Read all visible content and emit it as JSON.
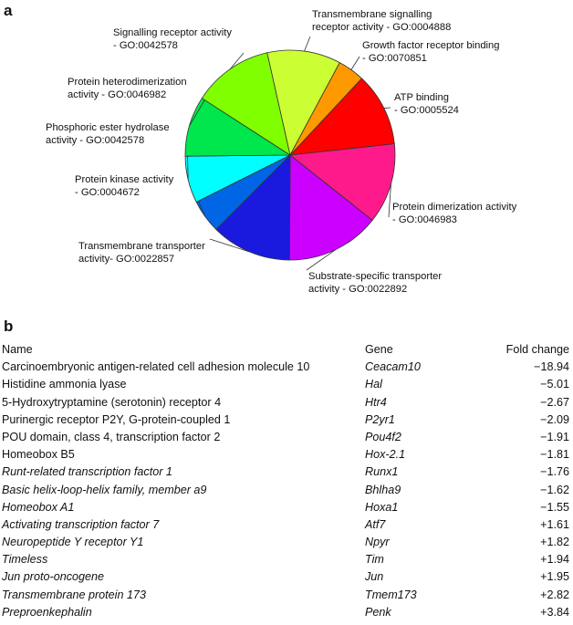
{
  "panel_a_label": "a",
  "panel_b_label": "b",
  "chart_data": {
    "type": "pie",
    "slices": [
      {
        "name": "ATP binding",
        "id": "- GO:0005524",
        "value": 11,
        "color": "#ff0000"
      },
      {
        "name": "Protein dimerization activity",
        "id": "- GO:0046983",
        "value": 12,
        "color": "#ff1a8c"
      },
      {
        "name": "Substrate-specific transporter",
        "id": "activity - GO:0022892",
        "value": 14,
        "color": "#cc00ff"
      },
      {
        "name": "Transmembrane transporter",
        "id": "activity- GO:0022857",
        "value": 12,
        "color": "#1a1adf"
      },
      {
        "name": "Protein kinase activity",
        "id": "- GO:0004672",
        "value": 5,
        "color": "#0066e6"
      },
      {
        "name": "Phosphoric ester hydrolase",
        "id": "activity - GO:0042578",
        "value": 7,
        "color": "#00ffff"
      },
      {
        "name": "Protein heterodimerization",
        "id": "activity - GO:0046982",
        "value": 9,
        "color": "#00e64d"
      },
      {
        "name": "Signalling receptor activity",
        "id": "- GO:0042578",
        "value": 12,
        "color": "#80ff00"
      },
      {
        "name": "Transmembrane signalling",
        "id": "receptor activity - GO:0004888",
        "value": 11,
        "color": "#ccff33"
      },
      {
        "name": "Growth factor receptor binding",
        "id": "- GO:0070851",
        "value": 4,
        "color": "#ff9900"
      }
    ]
  },
  "table": {
    "headers": {
      "name": "Name",
      "gene": "Gene",
      "fold": "Fold change"
    },
    "rows": [
      {
        "name": "Carcinoembryonic antigen-related cell adhesion molecule 10",
        "gene": "Ceacam10",
        "fold": "−18.94",
        "italic_name": false
      },
      {
        "name": "Histidine ammonia lyase",
        "gene": "Hal",
        "fold": "−5.01",
        "italic_name": false
      },
      {
        "name": "5-Hydroxytryptamine (serotonin) receptor 4",
        "gene": "Htr4",
        "fold": "−2.67",
        "italic_name": false
      },
      {
        "name": "Purinergic receptor P2Y, G-protein-coupled 1",
        "gene": "P2yr1",
        "fold": "−2.09",
        "italic_name": false
      },
      {
        "name": "POU domain, class 4, transcription factor 2",
        "gene": "Pou4f2",
        "fold": "−1.91",
        "italic_name": false
      },
      {
        "name": "Homeobox B5",
        "gene": "Hox-2.1",
        "fold": "−1.81",
        "italic_name": false
      },
      {
        "name": "Runt-related transcription factor 1",
        "gene": "Runx1",
        "fold": "−1.76",
        "italic_name": true
      },
      {
        "name": "Basic helix-loop-helix family, member a9",
        "gene": "Bhlha9",
        "fold": "−1.62",
        "italic_name": true
      },
      {
        "name": "Homeobox A1",
        "gene": "Hoxa1",
        "fold": "−1.55",
        "italic_name": true
      },
      {
        "name": "Activating transcription factor 7",
        "gene": "Atf7",
        "fold": "+1.61",
        "italic_name": true
      },
      {
        "name": "Neuropeptide Y receptor Y1",
        "gene": "Npyr",
        "fold": "+1.82",
        "italic_name": true
      },
      {
        "name": "Timeless",
        "gene": "Tim",
        "fold": "+1.94",
        "italic_name": true
      },
      {
        "name": "Jun proto-oncogene",
        "gene": "Jun",
        "fold": "+1.95",
        "italic_name": true
      },
      {
        "name": "Transmembrane protein 173",
        "gene": "Tmem173",
        "fold": "+2.82",
        "italic_name": true
      },
      {
        "name": "Preproenkephalin",
        "gene": "Penk",
        "fold": "+3.84",
        "italic_name": true
      }
    ]
  }
}
